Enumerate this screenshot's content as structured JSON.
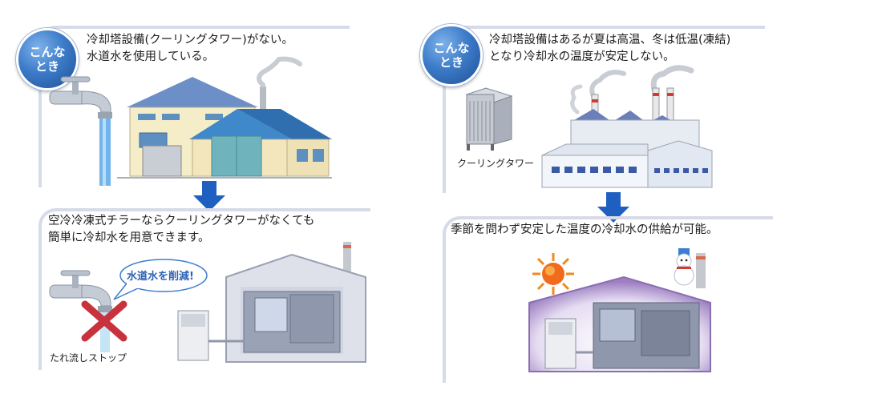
{
  "left_panel": {
    "badge": "こんな\nとき",
    "situation": "冷却塔設備(クーリングタワー)がない。\n水道水を使用している。",
    "solution": "空冷冷凍式チラーならクーリングタワーがなくても\n簡単に冷却水を用意できます。",
    "bubble": "水道水を削減!",
    "caption": "たれ流しストップ"
  },
  "right_panel": {
    "badge": "こんな\nとき",
    "situation": "冷却塔設備はあるが夏は高温、冬は低温(凍結)\nとなり冷却水の温度が安定しない。",
    "tower_label": "クーリングタワー",
    "solution": "季節を問わず安定した温度の冷却水の供給が可能。"
  },
  "colors": {
    "frame": "#d7dbe9",
    "badge": "#2f6bb8",
    "arrow": "#1f5fc0",
    "cross": "#c8323c"
  }
}
